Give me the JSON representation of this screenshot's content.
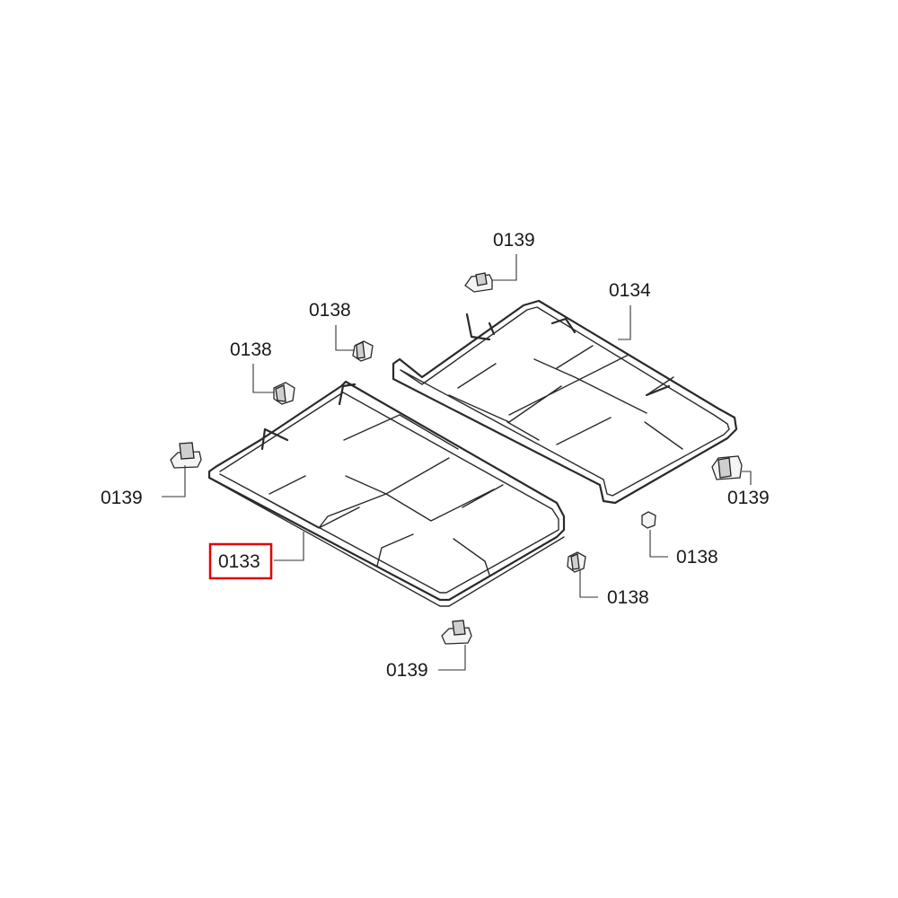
{
  "diagram": {
    "highlight_color": "#e00000",
    "labels": {
      "grate_left": "0133",
      "grate_right": "0134",
      "foot_top_right": "0139",
      "foot_right": "0139",
      "foot_left": "0139",
      "foot_bottom": "0139",
      "rubber_top_center": "0138",
      "rubber_top_left": "0138",
      "rubber_right": "0138",
      "rubber_bottom": "0138"
    },
    "highlighted_label": "0133"
  }
}
